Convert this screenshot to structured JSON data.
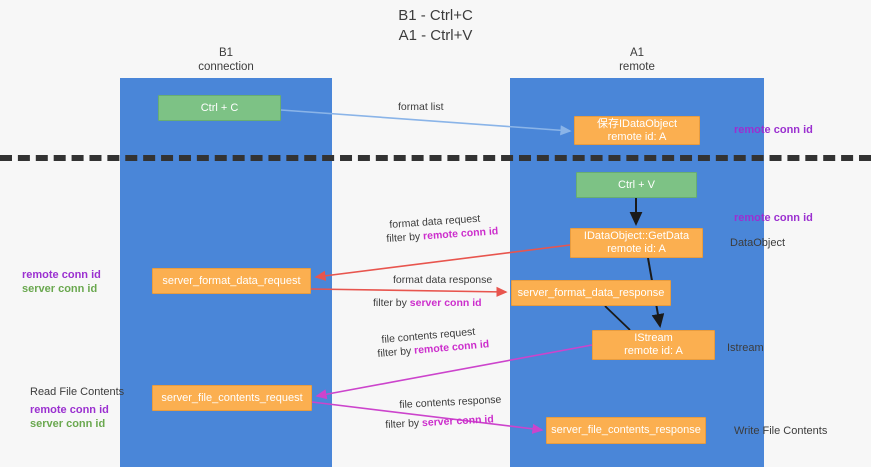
{
  "title": {
    "line1": "B1 - Ctrl+C",
    "line2": "A1 - Ctrl+V"
  },
  "lanes": [
    {
      "id": "b1",
      "name": "B1",
      "role": "connection",
      "color": "#4a86d8"
    },
    {
      "id": "a1",
      "name": "A1",
      "role": "remote",
      "color": "#4a86d8"
    }
  ],
  "nodes": {
    "ctrl_c": {
      "line1": "Ctrl + C",
      "line2": "",
      "color": "#7dc285"
    },
    "save_dataobject": {
      "line1": "保存IDataObject",
      "line2": "remote id: A",
      "color": "#fbaf50"
    },
    "ctrl_v": {
      "line1": "Ctrl + V",
      "line2": "",
      "color": "#7dc285"
    },
    "getdata": {
      "line1": "IDataObject::GetData",
      "line2": "remote id: A",
      "color": "#fbaf50"
    },
    "server_format_data_request": {
      "line1": "server_format_data_request",
      "line2": "",
      "color": "#fbaf50"
    },
    "server_format_data_response": {
      "line1": "server_format_data_response",
      "line2": "",
      "color": "#fbaf50"
    },
    "istream": {
      "line1": "IStream",
      "line2": "remote id: A",
      "color": "#fbaf50"
    },
    "server_file_contents_request": {
      "line1": "server_file_contents_request",
      "line2": "",
      "color": "#fbaf50"
    },
    "server_file_contents_response": {
      "line1": "server_file_contents_response",
      "line2": "",
      "color": "#fbaf50"
    }
  },
  "edge_labels": {
    "format_list": "format list",
    "format_data_request": "format data request",
    "format_data_request_filter_prefix": "filter by ",
    "format_data_request_filter_key": "remote conn id",
    "format_data_response": "format data response",
    "format_data_response_filter_prefix": "filter by ",
    "format_data_response_filter_key": "server conn id",
    "file_contents_request": "file contents request",
    "file_contents_request_filter_prefix": "filter by ",
    "file_contents_request_filter_key": "remote conn id",
    "file_contents_response": "file contents response",
    "file_contents_response_filter_prefix": "filter by ",
    "file_contents_response_filter_key": "server conn id"
  },
  "annotations": {
    "remote_conn_id_top": "remote conn id",
    "remote_conn_id_mid": "remote conn id",
    "dataobject": "DataObject",
    "istream": "Istream",
    "write_file_contents": "Write File Contents",
    "read_file_contents": "Read File Contents",
    "left_remote_conn_id_1": "remote conn id",
    "left_server_conn_id_1": "server conn id",
    "left_remote_conn_id_2": "remote conn id",
    "left_server_conn_id_2": "server conn id"
  },
  "colors": {
    "lane": "#4a86d8",
    "green_node": "#7dc285",
    "orange_node": "#fbaf50",
    "purple_text": "#9b30d0",
    "magenta_text": "#cc2ecc",
    "green_text": "#6aa84f",
    "red_arrow": "#e8554e",
    "blue_arrow": "#8ab4e8",
    "magenta_arrow": "#cc44cc",
    "black_arrow": "#1a1a1a",
    "divider": "#333333",
    "background": "#f7f7f7"
  }
}
